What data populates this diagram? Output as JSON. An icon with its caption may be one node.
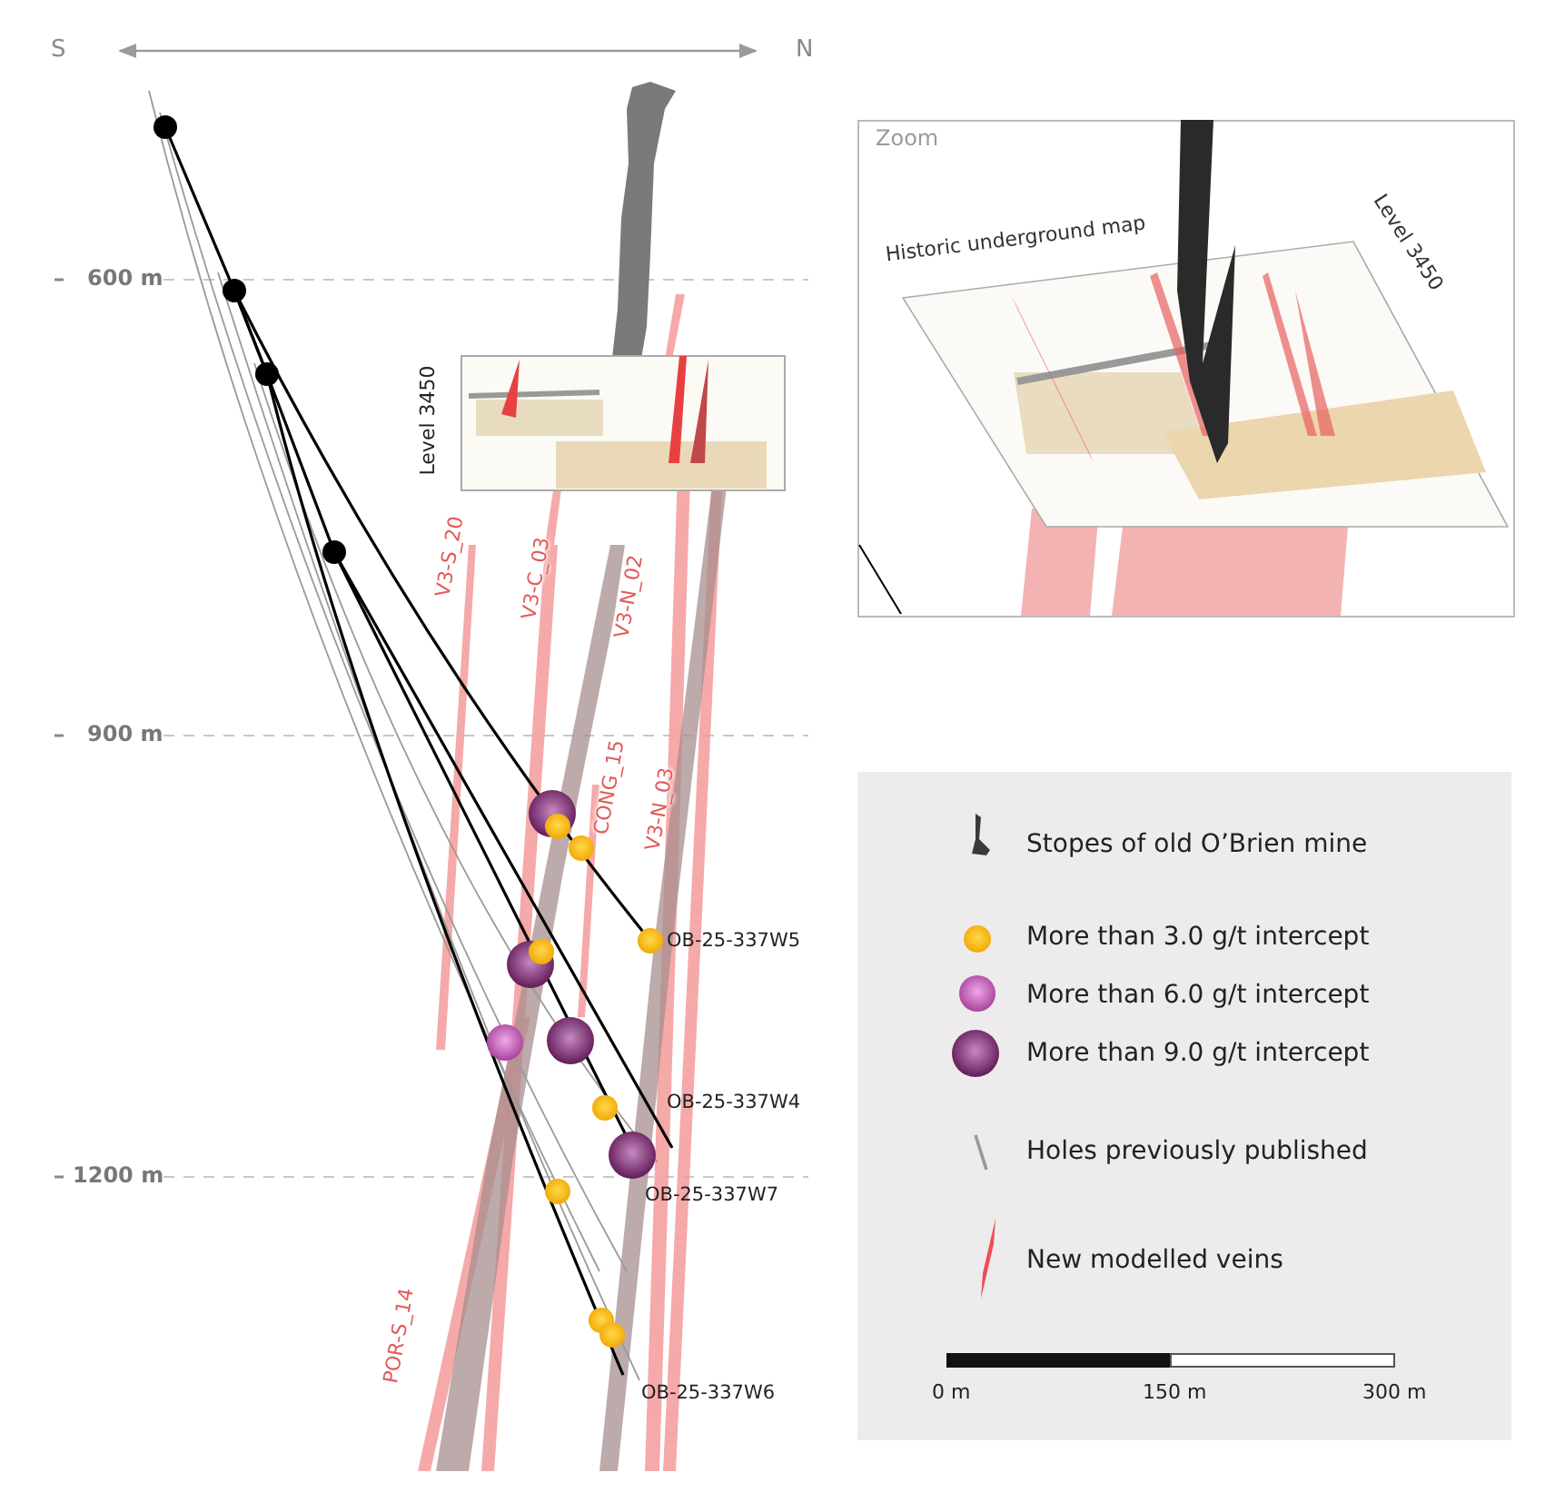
{
  "diagram": {
    "labels": [
      "S",
      "N",
      "600 m",
      "900 m",
      "1200 m",
      "Level 3450",
      "V3-S_20",
      "V3-C_03",
      "V3-N_02",
      "CONG_15",
      "V3-N_03",
      "POR-S_14",
      "OB-25-337W5",
      "OB-25-337W4",
      "OB-25-337W7",
      "OB-25-337W6",
      "Zoom",
      "Historic underground map",
      "Level 3450",
      "0 m",
      "150 m",
      "300 m"
    ],
    "legend": [
      {
        "text": "Stopes of old O’Brien mine"
      },
      {
        "text": "More than 3.0 g/t intercept"
      },
      {
        "text": "More than 6.0 g/t intercept"
      },
      {
        "text": "More than 9.0 g/t intercept"
      },
      {
        "text": "Holes previously published"
      },
      {
        "text": "New modelled veins"
      }
    ]
  }
}
